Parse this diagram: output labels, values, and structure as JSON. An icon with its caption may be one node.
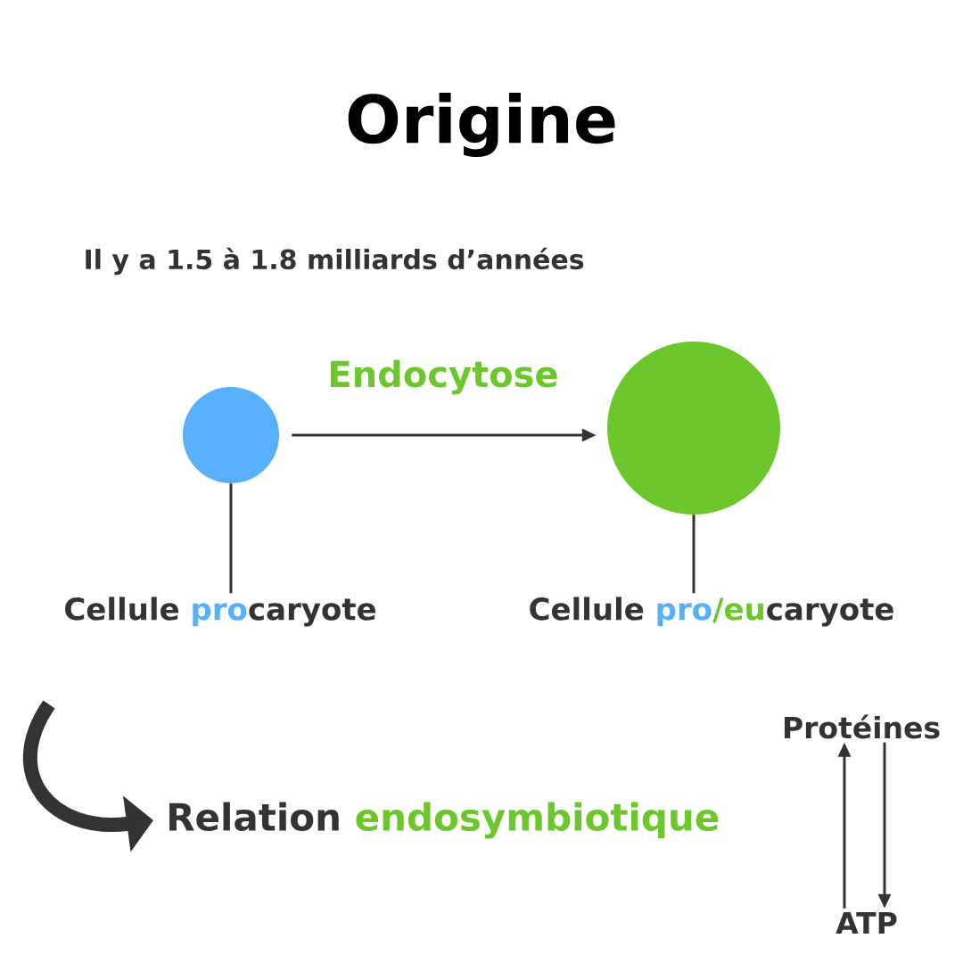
{
  "diagram": {
    "title": "Origine",
    "nodes": [
      {
        "text": [],
        "shape": "circle"
      },
      {
        "text": [],
        "shape": "circle"
      },
      {
        "text": [
          "Cellule",
          "pro",
          "caryote"
        ]
      },
      {
        "text": [
          "Cellule",
          "pro",
          "/eu",
          "caryote"
        ]
      },
      {
        "text": [
          "Relation",
          "endosymbiotique"
        ]
      },
      {
        "text": [
          "Protéines"
        ]
      },
      {
        "text": [
          "ATP"
        ]
      }
    ],
    "edges": [
      {
        "from": 0,
        "to": 1,
        "arrow": "to",
        "label": "Endocytose"
      },
      {
        "from": 0,
        "to": 2,
        "arrow": "none"
      },
      {
        "from": 1,
        "to": 3,
        "arrow": "none"
      },
      {
        "from": null,
        "to": 4,
        "arrow": "to",
        "style": "thick"
      },
      {
        "from": 6,
        "to": 5,
        "arrow": "to"
      },
      {
        "from": 5,
        "to": 6,
        "arrow": "to"
      }
    ],
    "labels": [
      "Il y a 1.5 à 1.8 milliards d’années"
    ]
  }
}
